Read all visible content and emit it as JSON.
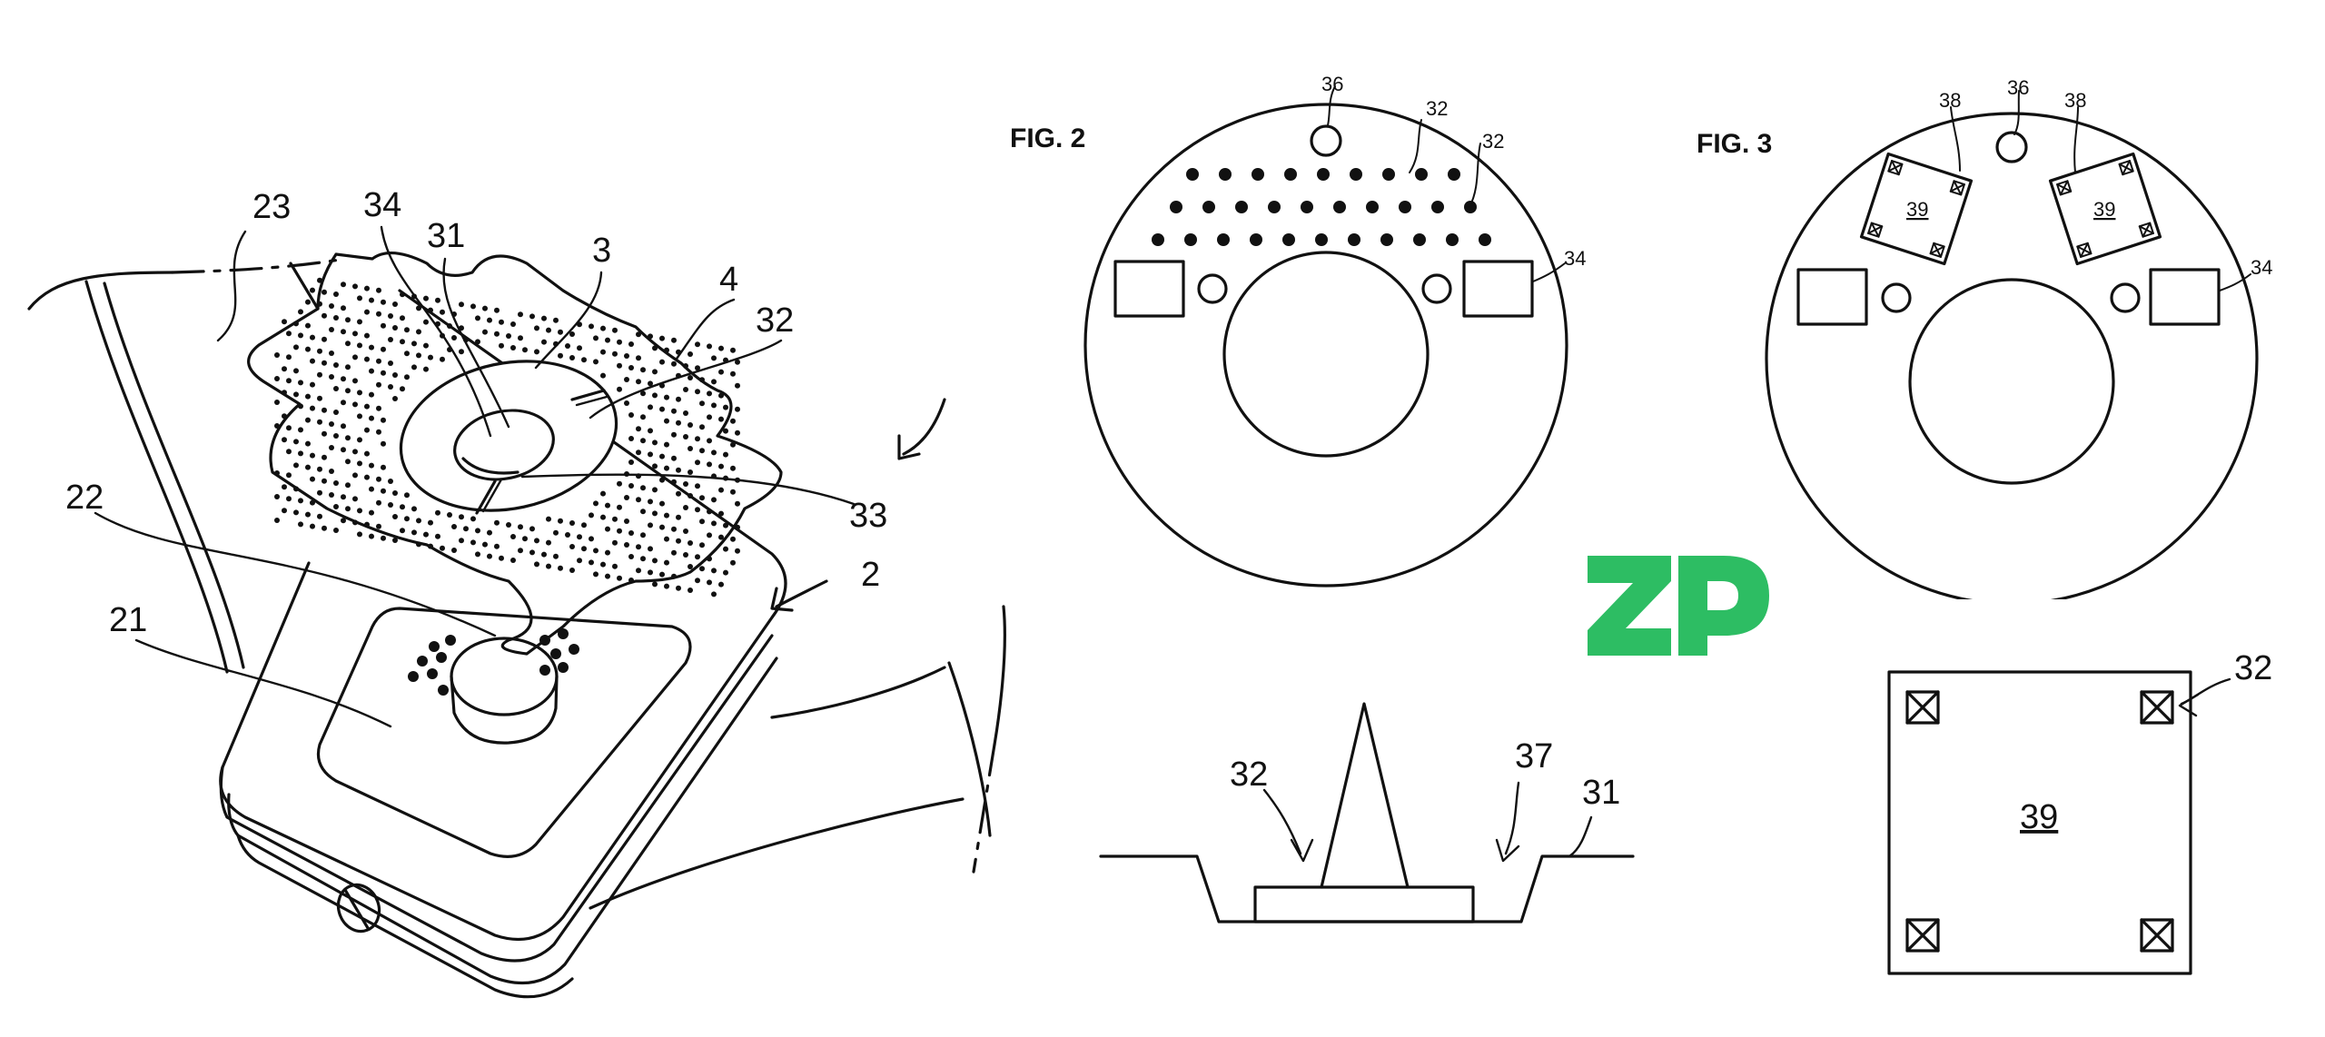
{
  "logo": {
    "text": "ZP",
    "color": "#2dbd63"
  },
  "fig1": {
    "labels": {
      "l23": "23",
      "l34": "34",
      "l31": "31",
      "l3": "3",
      "l4": "4",
      "l32": "32",
      "l22": "22",
      "l33": "33",
      "l21": "21",
      "l2": "2"
    }
  },
  "fig2": {
    "title": "FIG. 2",
    "labels": {
      "l36": "36",
      "l32a": "32",
      "l32b": "32",
      "l34": "34"
    }
  },
  "fig3": {
    "title": "FIG. 3",
    "labels": {
      "l38a": "38",
      "l36": "36",
      "l38b": "38",
      "l34": "34",
      "l39a": "39",
      "l39b": "39"
    }
  },
  "detail_spike": {
    "labels": {
      "l32": "32",
      "l37": "37",
      "l31": "31"
    }
  },
  "detail_square": {
    "labels": {
      "l32": "32",
      "l39": "39"
    }
  },
  "colors": {
    "ink": "#111111",
    "hatch": "#777777",
    "logo": "#2dbd63"
  }
}
